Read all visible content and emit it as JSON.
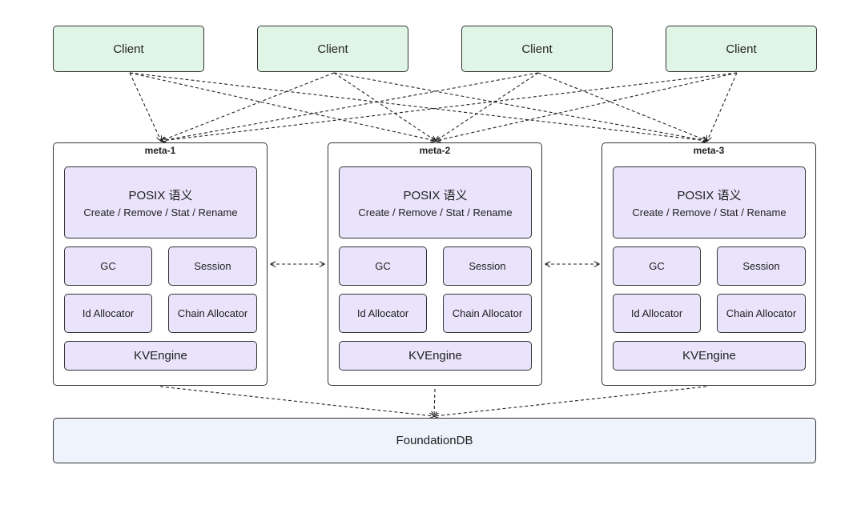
{
  "clients": [
    "Client",
    "Client",
    "Client",
    "Client"
  ],
  "meta_nodes": [
    {
      "title": "meta-1",
      "posix_title": "POSIX 语义",
      "posix_ops": "Create / Remove / Stat / Rename",
      "gc": "GC",
      "session": "Session",
      "id_allocator": "Id Allocator",
      "chain_allocator": "Chain Allocator",
      "kv_engine": "KVEngine"
    },
    {
      "title": "meta-2",
      "posix_title": "POSIX 语义",
      "posix_ops": "Create / Remove / Stat / Rename",
      "gc": "GC",
      "session": "Session",
      "id_allocator": "Id Allocator",
      "chain_allocator": "Chain Allocator",
      "kv_engine": "KVEngine"
    },
    {
      "title": "meta-3",
      "posix_title": "POSIX 语义",
      "posix_ops": "Create / Remove / Stat / Rename",
      "gc": "GC",
      "session": "Session",
      "id_allocator": "Id Allocator",
      "chain_allocator": "Chain Allocator",
      "kv_engine": "KVEngine"
    }
  ],
  "storage": {
    "label": "FoundationDB"
  },
  "colors": {
    "client_fill": "#e1f5e6",
    "component_fill": "#e9e3fb",
    "storage_fill": "#eef3fc",
    "border": "#333333"
  }
}
